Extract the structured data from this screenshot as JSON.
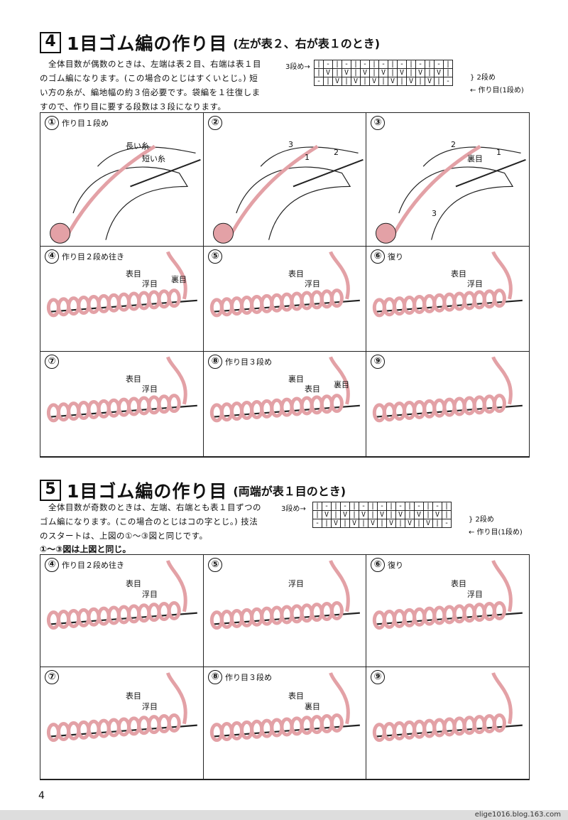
{
  "section4": {
    "num": "4",
    "title": "1目ゴム編の作り目",
    "subtitle": "(左が表２、右が表１のとき)",
    "desc_lines": [
      "全体目数が偶数のときは、左端は表２目、右端は表１目",
      "のゴム編になります。(この場合のとじはすくいとじ。) 短",
      "い方の糸が、編地幅の約３倍必要です。袋編を１往復しま",
      "すので、作り目に要する段数は３段になります。"
    ],
    "chart": {
      "row3": "3段め→",
      "rows": [
        [
          "|",
          "-",
          "|",
          "-",
          "|",
          "-",
          "|",
          "-",
          "|",
          "-",
          "|",
          "-",
          "|",
          "-",
          "|"
        ],
        [
          "|",
          "V",
          "|",
          "V",
          "|",
          "V",
          "|",
          "V",
          "|",
          "V",
          "|",
          "V",
          "|",
          "V",
          "|"
        ],
        [
          "-",
          "|",
          "V",
          "|",
          "V",
          "|",
          "V",
          "|",
          "V",
          "|",
          "V",
          "|",
          "V",
          "|",
          "-"
        ]
      ],
      "right_2": "} 2段め",
      "right_1": "← 作り目(1段め)"
    },
    "cells": [
      {
        "n": "①",
        "cap": "作り目１段め",
        "labels": [
          "長い糸",
          "短い糸"
        ]
      },
      {
        "n": "②",
        "cap": "",
        "labels": [
          "3",
          "1",
          "2"
        ]
      },
      {
        "n": "③",
        "cap": "",
        "labels": [
          "2",
          "裏目",
          "1",
          "3"
        ]
      },
      {
        "n": "④",
        "cap": "作り目２段め往き",
        "labels": [
          "表目",
          "浮目",
          "裏目"
        ]
      },
      {
        "n": "⑤",
        "cap": "",
        "labels": [
          "表目",
          "浮目"
        ]
      },
      {
        "n": "⑥",
        "cap": "復り",
        "labels": [
          "表目",
          "浮目"
        ]
      },
      {
        "n": "⑦",
        "cap": "",
        "labels": [
          "表目",
          "浮目"
        ]
      },
      {
        "n": "⑧",
        "cap": "作り目３段め",
        "labels": [
          "裏目",
          "表目",
          "裏目"
        ]
      },
      {
        "n": "⑨",
        "cap": "",
        "labels": []
      }
    ]
  },
  "section5": {
    "num": "5",
    "title": "1目ゴム編の作り目",
    "subtitle": "(両端が表１目のとき)",
    "desc_lines": [
      "全体目数が奇数のときは、左端、右端とも表１目ずつの",
      "ゴム編になります。(この場合のとじはコの字とじ。) 技法",
      "のスタートは、上図の①〜③図と同じです。"
    ],
    "note": "①〜③図は上図と同じ。",
    "chart": {
      "row3": "3段め→",
      "right_2": "} 2段め",
      "right_1": "← 作り目(1段め)"
    },
    "cells": [
      {
        "n": "④",
        "cap": "作り目２段め往き",
        "labels": [
          "表目",
          "浮目"
        ]
      },
      {
        "n": "⑤",
        "cap": "",
        "labels": [
          "浮目"
        ]
      },
      {
        "n": "⑥",
        "cap": "復り",
        "labels": [
          "表目",
          "浮目"
        ]
      },
      {
        "n": "⑦",
        "cap": "",
        "labels": [
          "表目",
          "浮目"
        ]
      },
      {
        "n": "⑧",
        "cap": "作り目３段め",
        "labels": [
          "表目",
          "裏目"
        ]
      },
      {
        "n": "⑨",
        "cap": "",
        "labels": []
      }
    ]
  },
  "page_number": "4",
  "footer": "elige1016.blog.163.com",
  "colors": {
    "yarn": "#e3a1a6",
    "line": "#222222"
  }
}
